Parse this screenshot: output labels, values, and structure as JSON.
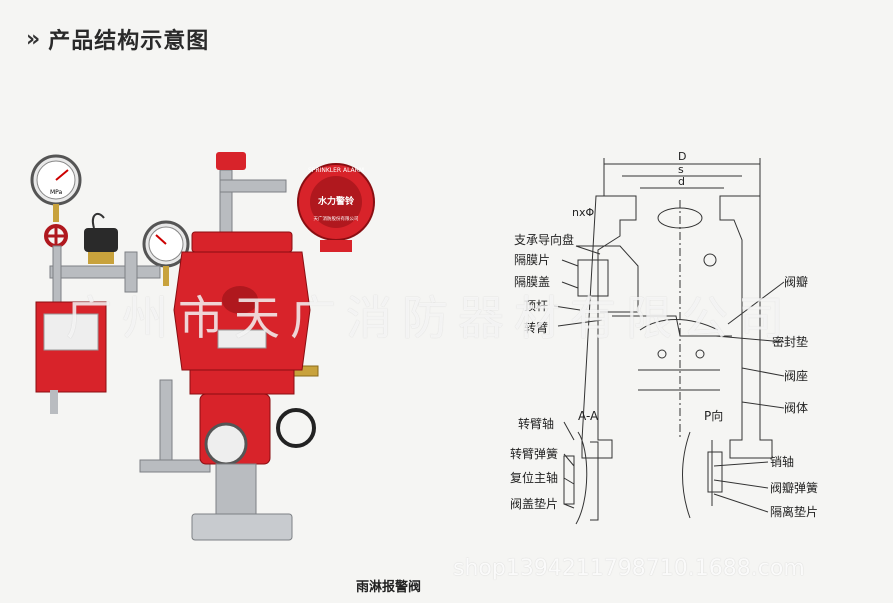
{
  "header": {
    "chevron": "»",
    "title": "产品结构示意图"
  },
  "photo": {
    "gauge_label": "MPa",
    "alarm_bell_ring": "SPRINKLER ALARM",
    "alarm_bell_text": "水力警铃",
    "alarm_bell_sub": "天广消防股份有限公司"
  },
  "diagram": {
    "dim_D": "D",
    "dim_s": "s",
    "dim_d": "d",
    "dim_holes": "nxΦ",
    "section_label": "A-A",
    "view_label": "P向",
    "labels_left": [
      "支承导向盘",
      "隔膜片",
      "隔膜盖",
      "顶杆",
      "转臂"
    ],
    "labels_right": [
      "阀瓣",
      "密封垫",
      "阀座",
      "阀体"
    ],
    "section_labels": [
      "转臂轴",
      "转臂弹簧",
      "复位主轴",
      "阀盖垫片"
    ],
    "view_labels": [
      "销轴",
      "阀瓣弹簧",
      "隔离垫片"
    ]
  },
  "caption": "雨淋报警阀",
  "watermark": {
    "company": "广州市天广消防器材有限公司",
    "shop": "shop1394211798710.1688.com"
  },
  "colors": {
    "valve_red": "#d8232a",
    "brass": "#c8a23c",
    "steel": "#b9bcc0"
  }
}
